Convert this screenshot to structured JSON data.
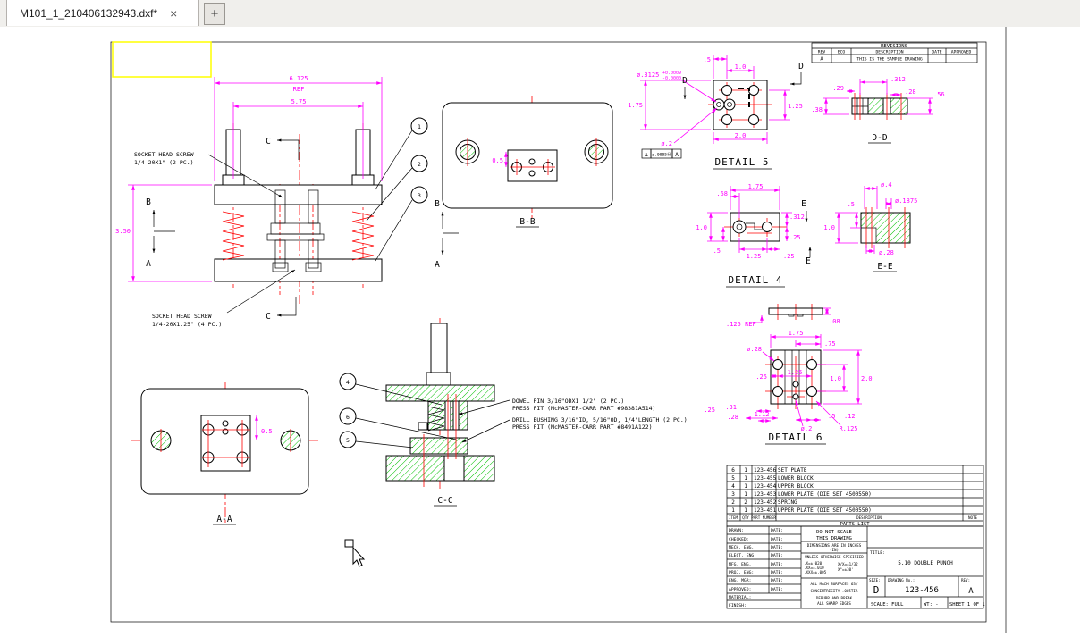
{
  "tab_bar": {
    "title": "M101_1_210406132943.dxf*",
    "close_icon": "×",
    "new_tab_icon": "+"
  },
  "colors": {
    "dimension": "#ff00ff",
    "centerline": "#ff0000",
    "hatch": "#00c000",
    "highlight": "#ffff00"
  },
  "revision_table": {
    "title": "REVISIONS",
    "headers": [
      "REV",
      "ECO",
      "DESCRIPTION",
      "DATE",
      "APPROVED"
    ],
    "row": {
      "rev": "A",
      "eco": "",
      "description": "THIS IS THE SAMPLE DRAWING",
      "date": "",
      "approved": ""
    }
  },
  "front_view": {
    "dim_overall_width": "6.125",
    "dim_overall_ref": "REF",
    "dim_post_spacing": "5.75",
    "dim_height": "3.50",
    "note_screw_top_line1": "SOCKET HEAD SCREW",
    "note_screw_top_line2": "1/4-20X1\" (2 PC.)",
    "note_screw_bottom_line1": "SOCKET HEAD SCREW",
    "note_screw_bottom_line2": "1/4-20X1.25\" (4 PC.)",
    "balloon_1": "1",
    "balloon_2": "2",
    "balloon_3": "3",
    "section_b": "B",
    "section_a": "A",
    "section_c": "C"
  },
  "section_bb": {
    "label": "B-B",
    "dim_offset": "0.5"
  },
  "section_aa": {
    "label": "A-A",
    "dim_offset": "0.5"
  },
  "section_cc": {
    "label": "C-C",
    "balloon_4": "4",
    "balloon_5": "5",
    "balloon_6": "6",
    "note_dowel_line1": "DOWEL PIN 3/16\"ODX1 1/2\" (2 PC.)",
    "note_dowel_line2": "PRESS FIT (McMASTER-CARR PART #98381A514)",
    "note_bushing_line1": "DRILL BUSHING 3/16\"ID, 5/16\"OD, 1/4\"LENGTH (2 PC.)",
    "note_bushing_line2": "PRESS FIT (McMASTER-CARR PART #8491A122)"
  },
  "detail_5": {
    "label": "DETAIL 5",
    "dim_edge": ".5",
    "dim_hole_x": "1.0",
    "bushing_dia": "ø.3125",
    "bushing_tol_plus": "+0.0009",
    "bushing_tol_minus": "-0.0000",
    "dim_height": "1.75",
    "dim_hole_y": "1.25",
    "dim_width": "2.0",
    "punch_dia": "ø.2",
    "fcf_symbol": "⊥",
    "fcf_tol": "ø.0005Ⓜ",
    "fcf_datum": "A",
    "section_d": "D"
  },
  "section_dd": {
    "label": "D-D",
    "dim_1": ".29",
    "dim_2": ".312",
    "dim_3": ".28",
    "dim_4": ".56",
    "dim_5": ".38"
  },
  "detail_4": {
    "label": "DETAIL 4",
    "dim_width": "1.75",
    "dim_left": ".68",
    "dim_height": "1.0",
    "dim_bl": ".5",
    "dim_spacing": "1.25",
    "dim_right_top": ".312",
    "dim_right_bot": ".25",
    "dim_br": ".25",
    "section_e": "E"
  },
  "section_ee": {
    "label": "E-E",
    "dim_head": "ø.4",
    "dim_pin": "ø.1875",
    "dim_step": ".5",
    "dim_height": "1.0",
    "dim_body": "ø.28"
  },
  "detail_6": {
    "label": "DETAIL 6",
    "dim_thickness": ".125 REF",
    "dim_step": ".08",
    "dim_width": "1.75",
    "dim_right_hole": ".75",
    "hole_dia": "ø.28",
    "dim_left_mid": ".25",
    "dim_spacing": "1.25",
    "dim_hole_y": "1.0",
    "dim_height": "2.0",
    "dim_l1": ".31",
    "dim_l2": ".28",
    "dim_bl": "1.12",
    "dim_br": ".5",
    "dim_corner": ".12",
    "punch_dia": "ø.2",
    "dim_radius": "R.125",
    "dim_far_left": ".25"
  },
  "parts_list": {
    "caption": "PARTS LIST",
    "headers": [
      "ITEM",
      "QTY",
      "PART NUMBER",
      "DESCRIPTION",
      "NOTE"
    ],
    "rows": [
      [
        "6",
        "1",
        "123-456",
        "SET PLATE"
      ],
      [
        "5",
        "1",
        "123-455",
        "LOWER BLOCK"
      ],
      [
        "4",
        "1",
        "123-454",
        "UPPER BLOCK"
      ],
      [
        "3",
        "1",
        "123-453",
        "LOWER PLATE (DIE SET 4500550)"
      ],
      [
        "2",
        "2",
        "123-452",
        "SPRING"
      ],
      [
        "1",
        "1",
        "123-451",
        "UPPER PLATE (DIE SET 4500550)"
      ]
    ]
  },
  "title_block": {
    "sign_rows": [
      [
        "DRAWN:",
        "DATE:"
      ],
      [
        "CHECKED:",
        "DATE:"
      ],
      [
        "MECH. ENG.",
        "DATE:"
      ],
      [
        "ELECT. ENG",
        "DATE:"
      ],
      [
        "MFG. ENG.",
        "DATE:"
      ],
      [
        "PROJ. ENG:",
        "DATE:"
      ],
      [
        "ENG. MGR:",
        "DATE:"
      ],
      [
        "APPROVED:",
        "DATE:"
      ]
    ],
    "material_label": "MATERIAL:",
    "finish_label": "FINISH:",
    "no_scale_1": "DO NOT SCALE",
    "no_scale_2": "THIS DRAWING",
    "units_1": "DIMENSIONS ARE IN INCHES",
    "units_2": "(IN)",
    "tol_header": "UNLESS OTHERWISE SPECIFIED",
    "tol_lines": [
      ".X=±.020",
      ".XX=±.010",
      ".XXX=±.005",
      "X/X=±1/32",
      "X°=±30'"
    ],
    "surfaces": "ALL MACH SURFACES 63√",
    "concentricity": "CONCENTRICITY .005TIR",
    "deburr_1": "DEBURR AND BREAK",
    "deburr_2": "ALL SHARP EDGES",
    "title_label": "TITLE:",
    "title": "5.10 DOUBLE PUNCH",
    "size_label": "SIZE:",
    "size": "D",
    "drawing_no_label": "DRAWING No.:",
    "drawing_no": "123-456",
    "rev_label": "REV:",
    "rev": "A",
    "scale": "SCALE: FULL",
    "weight": "WT:  -",
    "sheet": "SHEET 1 OF 1"
  }
}
